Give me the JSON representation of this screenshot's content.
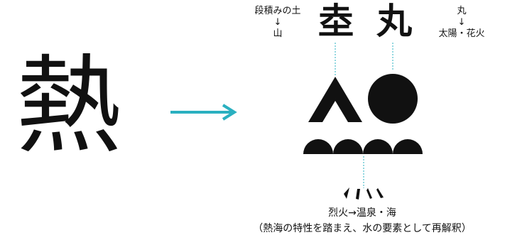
{
  "main_kanji": "熱",
  "arrow_color": "#2ab0c0",
  "left_component": {
    "glyph": "坴",
    "note_line1": "段積みの土",
    "note_arrow": "↓",
    "note_line2": "山"
  },
  "right_component": {
    "glyph": "丸",
    "note_line1": "丸",
    "note_arrow": "↓",
    "note_line2": "太陽・花火"
  },
  "bottom_component": {
    "caption_line1": "烈火→温泉・海",
    "caption_line2": "（熱海の特性を踏まえ、水の要素として再解釈）"
  },
  "guide_line_color": "#2ab0c0",
  "symbol_color": "#111111"
}
